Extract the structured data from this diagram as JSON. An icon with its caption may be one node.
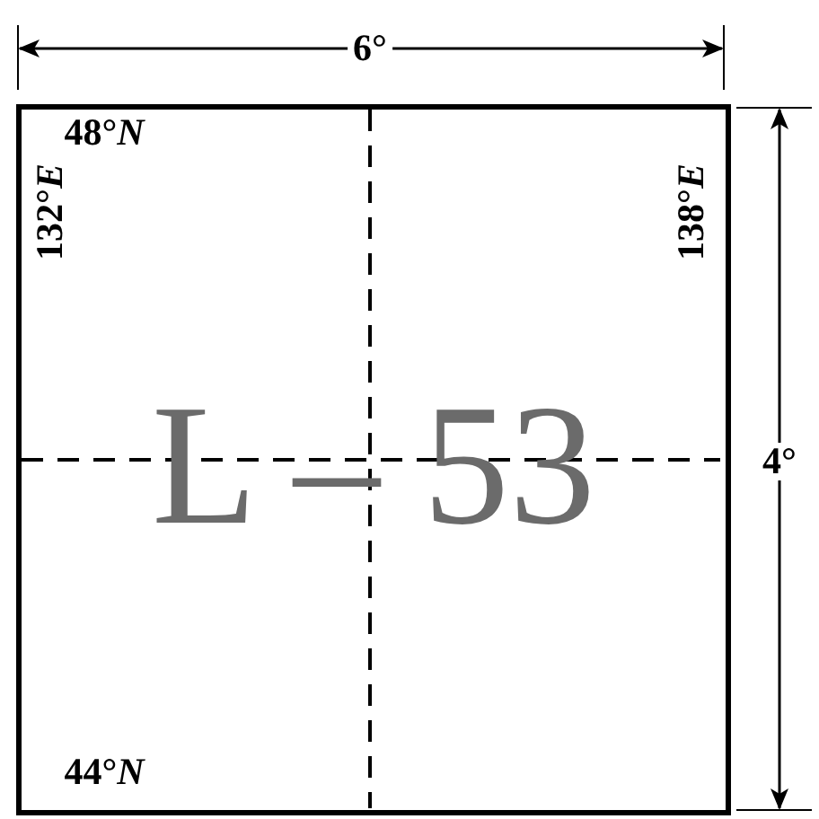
{
  "diagram": {
    "nodes": [
      {
        "text": [
          "L – 53"
        ]
      }
    ],
    "labels": [
      "6°",
      "48°*N*",
      "132°*E*",
      "138°*E*",
      "4°",
      "44°*N*"
    ]
  }
}
